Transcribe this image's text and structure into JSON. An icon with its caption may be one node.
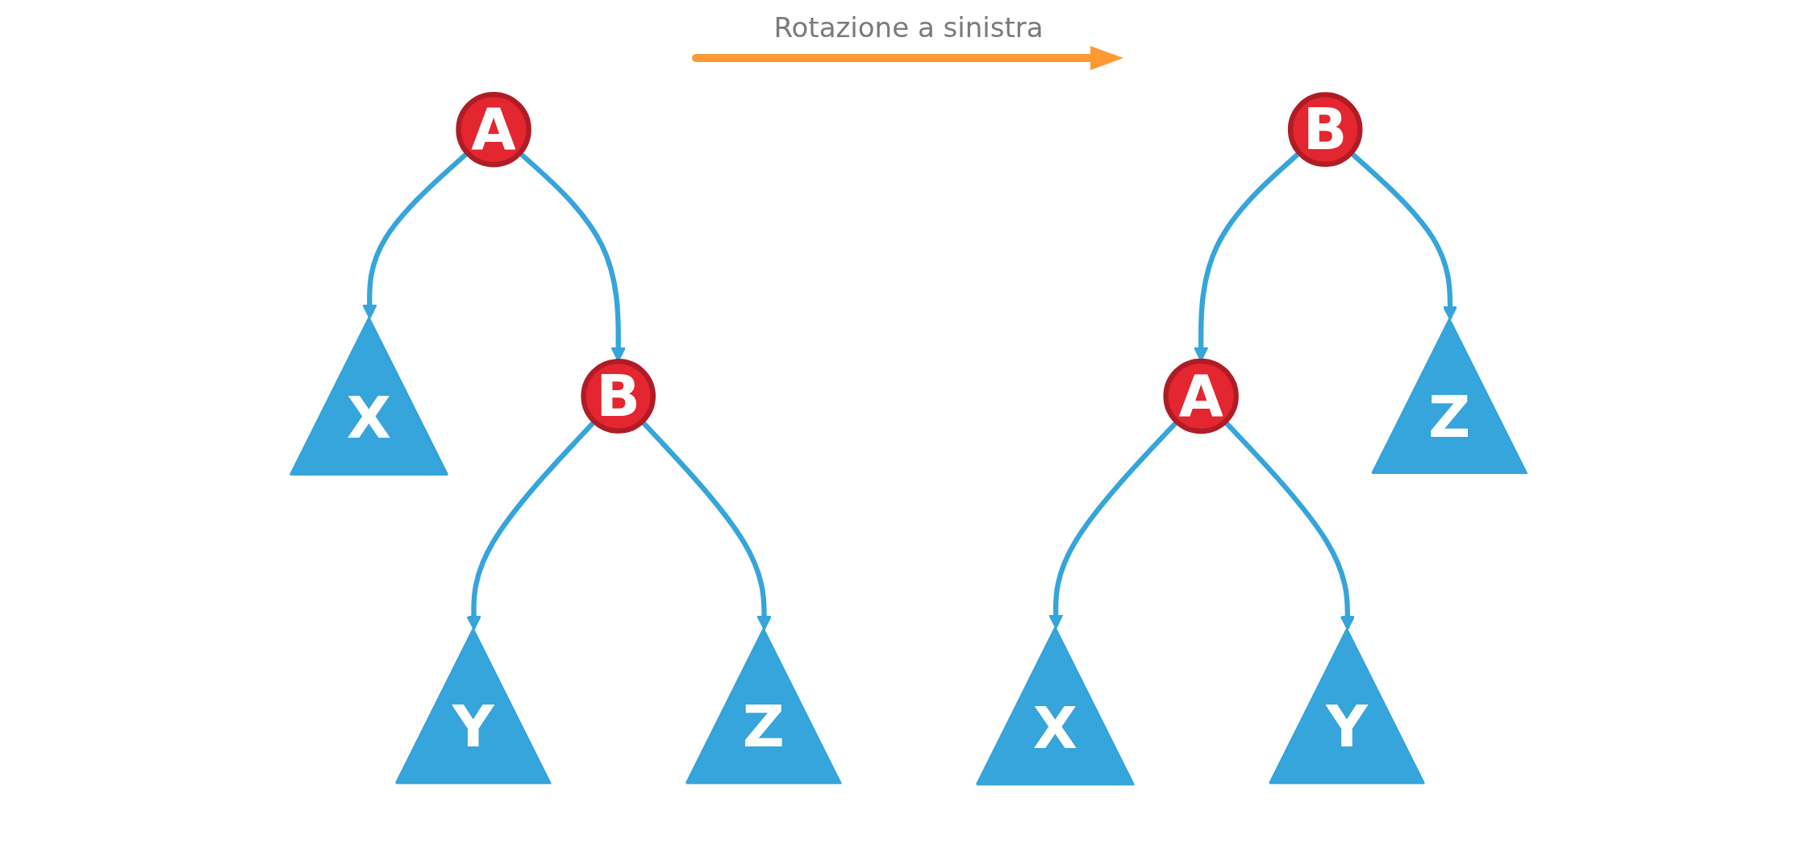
{
  "diagram": {
    "nodes": [
      {
        "text": [
          "A"
        ]
      },
      {
        "text": [
          "X"
        ]
      },
      {
        "text": [
          "B"
        ]
      },
      {
        "text": [
          "Y"
        ]
      },
      {
        "text": [
          "Z"
        ]
      },
      {
        "text": [
          "B"
        ]
      },
      {
        "text": [
          "A"
        ]
      },
      {
        "text": [
          "Z"
        ]
      },
      {
        "text": [
          "X"
        ]
      },
      {
        "text": [
          "Y"
        ]
      }
    ],
    "edges": [
      {
        "from": 0,
        "to": 1,
        "arrow": "to"
      },
      {
        "from": 0,
        "to": 2,
        "arrow": "to"
      },
      {
        "from": 2,
        "to": 3,
        "arrow": "to"
      },
      {
        "from": 2,
        "to": 4,
        "arrow": "to"
      },
      {
        "from": 5,
        "to": 6,
        "arrow": "to"
      },
      {
        "from": 5,
        "to": 7,
        "arrow": "to"
      },
      {
        "from": 6,
        "to": 8,
        "arrow": "to"
      },
      {
        "from": 6,
        "to": 9,
        "arrow": "to"
      }
    ],
    "labels": [
      "Rotazione a sinistra"
    ]
  }
}
